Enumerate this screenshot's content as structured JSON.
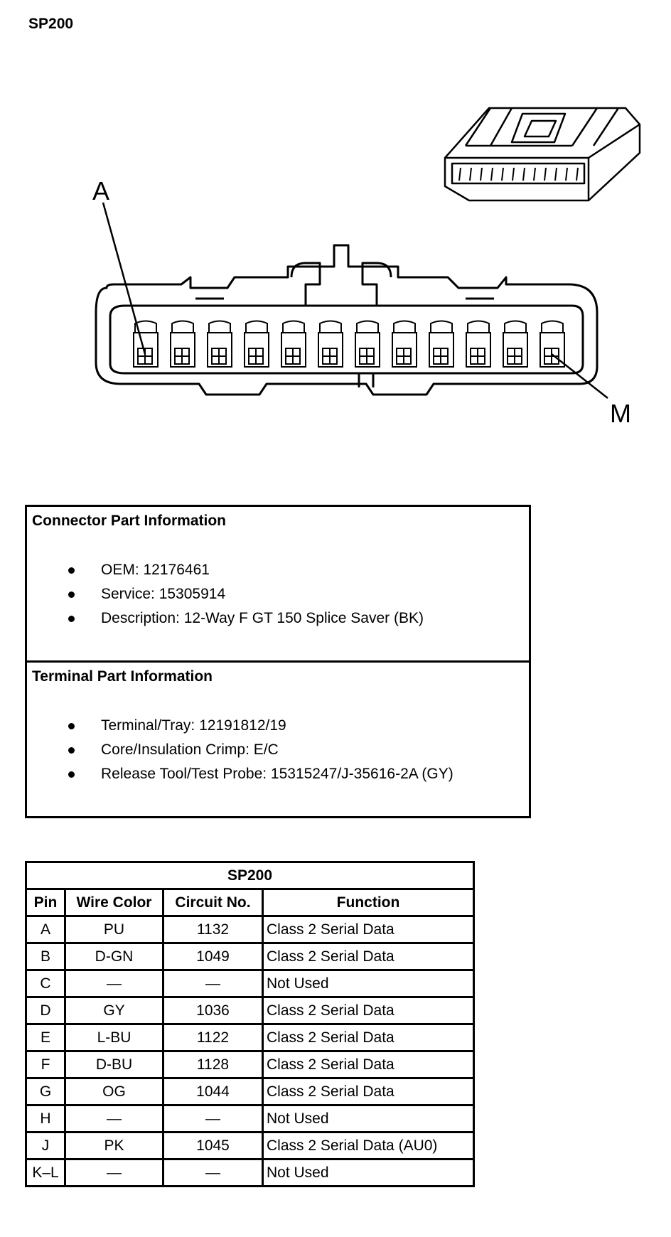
{
  "page_title": "SP200",
  "diagram": {
    "label_a": "A",
    "label_m": "M"
  },
  "connector_info": {
    "heading": "Connector Part Information",
    "items": [
      "OEM: 12176461",
      "Service: 15305914",
      "Description: 12-Way F GT 150 Splice Saver (BK)"
    ]
  },
  "terminal_info": {
    "heading": "Terminal Part Information",
    "items": [
      "Terminal/Tray: 12191812/19",
      "Core/Insulation Crimp: E/C",
      "Release Tool/Test Probe: 15315247/J-35616-2A (GY)"
    ]
  },
  "pin_table": {
    "title": "SP200",
    "headers": [
      "Pin",
      "Wire Color",
      "Circuit No.",
      "Function"
    ],
    "rows": [
      [
        "A",
        "PU",
        "1132",
        "Class 2 Serial Data"
      ],
      [
        "B",
        "D-GN",
        "1049",
        "Class 2 Serial Data"
      ],
      [
        "C",
        "—",
        "—",
        "Not Used"
      ],
      [
        "D",
        "GY",
        "1036",
        "Class 2 Serial Data"
      ],
      [
        "E",
        "L-BU",
        "1122",
        "Class 2 Serial Data"
      ],
      [
        "F",
        "D-BU",
        "1128",
        "Class 2 Serial Data"
      ],
      [
        "G",
        "OG",
        "1044",
        "Class 2 Serial Data"
      ],
      [
        "H",
        "—",
        "—",
        "Not Used"
      ],
      [
        "J",
        "PK",
        "1045",
        "Class 2 Serial Data (AU0)"
      ],
      [
        "K–L",
        "—",
        "—",
        "Not Used"
      ]
    ]
  }
}
